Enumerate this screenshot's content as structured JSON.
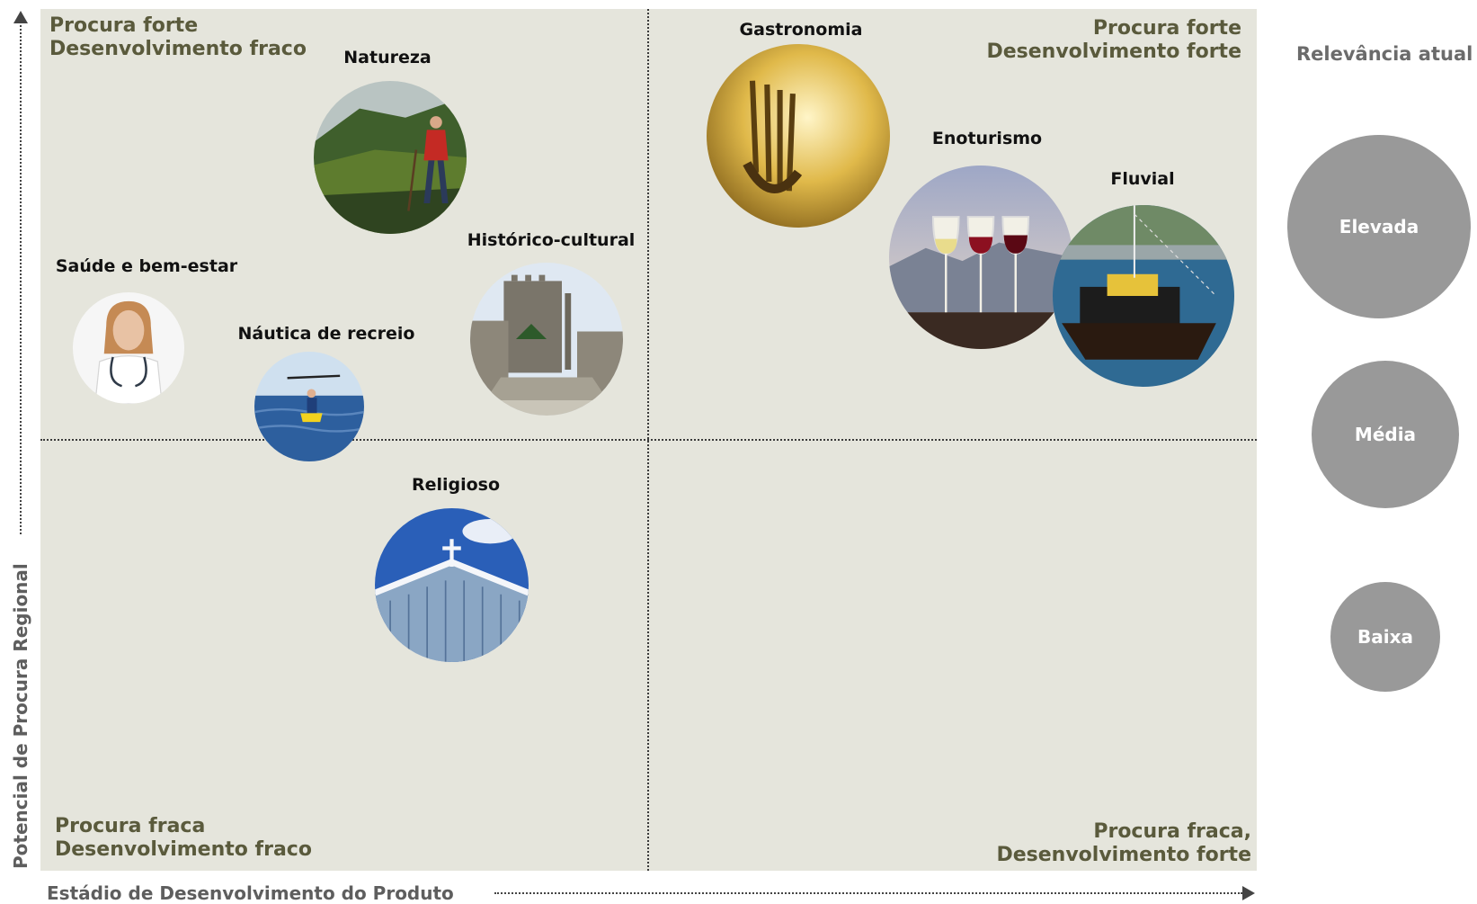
{
  "axes": {
    "y_label": "Potencial de Procura Regional",
    "x_label": "Estádio de Desenvolvimento do Produto"
  },
  "quadrants": {
    "top_left": [
      "Procura forte",
      "Desenvolvimento fraco"
    ],
    "top_right": [
      "Procura forte",
      "Desenvolvimento forte"
    ],
    "bottom_left": [
      "Procura fraca",
      "Desenvolvimento fraco"
    ],
    "bottom_right": [
      "Procura fraca,",
      "Desenvolvimento forte"
    ]
  },
  "products": [
    {
      "key": "natureza",
      "label": "Natureza",
      "image": "hiker-photo"
    },
    {
      "key": "gastronomia",
      "label": "Gastronomia",
      "image": "fork-photo"
    },
    {
      "key": "enoturismo",
      "label": "Enoturismo",
      "image": "wine-glasses-photo"
    },
    {
      "key": "fluvial",
      "label": "Fluvial",
      "image": "river-boat-photo"
    },
    {
      "key": "historico",
      "label": "Histórico-cultural",
      "image": "castle-photo"
    },
    {
      "key": "saude",
      "label": "Saúde e bem-estar",
      "image": "doctor-photo"
    },
    {
      "key": "nautica",
      "label": "Náutica de recreio",
      "image": "kayak-photo"
    },
    {
      "key": "religioso",
      "label": "Religioso",
      "image": "church-photo"
    }
  ],
  "legend": {
    "title": "Relevância atual",
    "items": [
      "Elevada",
      "Média",
      "Baixa"
    ]
  },
  "colors": {
    "plot_background": "#e5e5dc",
    "quadrant_text": "#5a5a3c",
    "legend_circle": "#999999"
  }
}
